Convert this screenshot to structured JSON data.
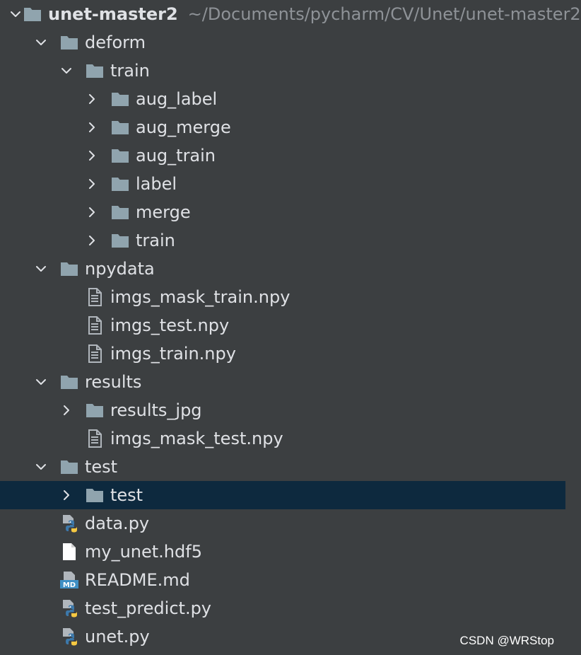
{
  "colors": {
    "background": "#3c3f41",
    "selection": "#0d293e",
    "text": "#dfe1e5",
    "path_text": "#8e9297",
    "folder": "#90a4ae",
    "file": "#b0b6bc",
    "python_blue": "#3c78aa",
    "python_yellow": "#f5c842",
    "md_blue": "#3f8fc4"
  },
  "project": {
    "name": "unet-master2",
    "path": "~/Documents/pycharm/CV/Unet/unet-master2"
  },
  "tree": [
    {
      "label": "unet-master2",
      "type": "folder",
      "depth": 0,
      "state": "expanded",
      "root": true
    },
    {
      "label": "deform",
      "type": "folder",
      "depth": 1,
      "state": "expanded"
    },
    {
      "label": "train",
      "type": "folder",
      "depth": 2,
      "state": "expanded"
    },
    {
      "label": "aug_label",
      "type": "folder",
      "depth": 3,
      "state": "collapsed"
    },
    {
      "label": "aug_merge",
      "type": "folder",
      "depth": 3,
      "state": "collapsed"
    },
    {
      "label": "aug_train",
      "type": "folder",
      "depth": 3,
      "state": "collapsed"
    },
    {
      "label": "label",
      "type": "folder",
      "depth": 3,
      "state": "collapsed"
    },
    {
      "label": "merge",
      "type": "folder",
      "depth": 3,
      "state": "collapsed"
    },
    {
      "label": "train",
      "type": "folder",
      "depth": 3,
      "state": "collapsed"
    },
    {
      "label": "npydata",
      "type": "folder",
      "depth": 1,
      "state": "expanded"
    },
    {
      "label": "imgs_mask_train.npy",
      "type": "text-file",
      "depth": 2,
      "state": "leaf"
    },
    {
      "label": "imgs_test.npy",
      "type": "text-file",
      "depth": 2,
      "state": "leaf"
    },
    {
      "label": "imgs_train.npy",
      "type": "text-file",
      "depth": 2,
      "state": "leaf"
    },
    {
      "label": "results",
      "type": "folder",
      "depth": 1,
      "state": "expanded"
    },
    {
      "label": "results_jpg",
      "type": "folder",
      "depth": 2,
      "state": "collapsed"
    },
    {
      "label": "imgs_mask_test.npy",
      "type": "text-file",
      "depth": 2,
      "state": "leaf"
    },
    {
      "label": "test",
      "type": "folder",
      "depth": 1,
      "state": "expanded"
    },
    {
      "label": "test",
      "type": "folder",
      "depth": 2,
      "state": "collapsed",
      "selected": true
    },
    {
      "label": "data.py",
      "type": "python-file",
      "depth": 1,
      "state": "leaf"
    },
    {
      "label": "my_unet.hdf5",
      "type": "blank-file",
      "depth": 1,
      "state": "leaf"
    },
    {
      "label": "README.md",
      "type": "markdown-file",
      "depth": 1,
      "state": "leaf"
    },
    {
      "label": "test_predict.py",
      "type": "python-file",
      "depth": 1,
      "state": "leaf"
    },
    {
      "label": "unet.py",
      "type": "python-file",
      "depth": 1,
      "state": "leaf"
    }
  ],
  "watermark": "CSDN @WRStop"
}
